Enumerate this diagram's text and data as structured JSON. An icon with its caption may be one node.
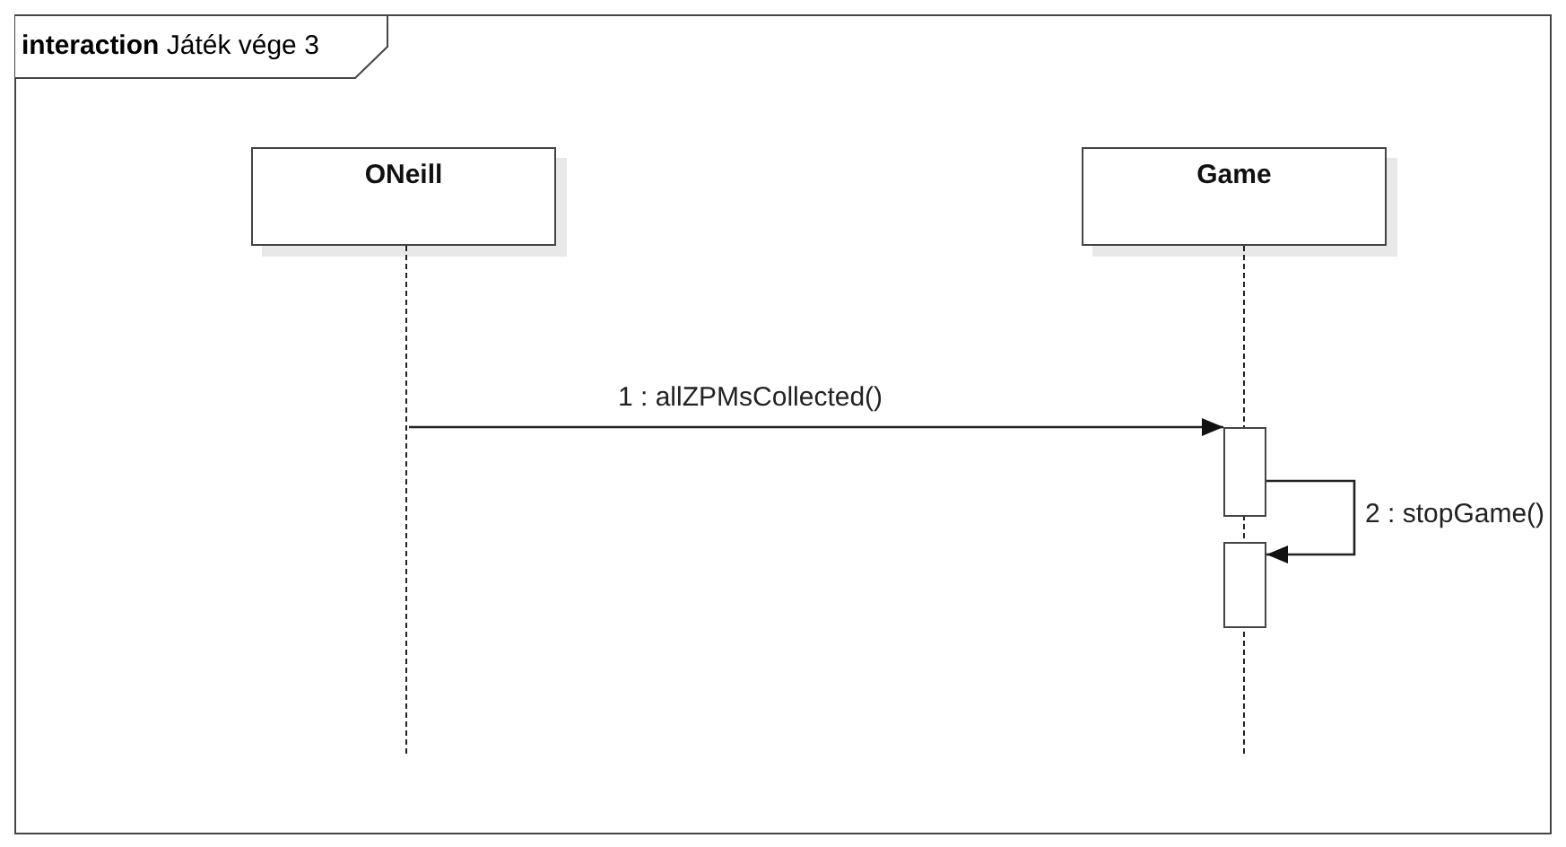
{
  "diagram": {
    "nodes": [
      {
        "text": [
          "**interaction** Játék vége 3"
        ]
      },
      {
        "text": [
          "ONeill"
        ],
        "in": 0
      },
      {
        "text": [
          "Game"
        ],
        "in": 0
      },
      {
        "text": [],
        "shape": "line",
        "in": 0
      },
      {
        "text": [],
        "shape": "line",
        "in": 0
      },
      {
        "text": [],
        "shape": "bar",
        "in": 0
      },
      {
        "text": [],
        "shape": "bar",
        "in": 0
      }
    ],
    "edges": [
      {
        "from": 3,
        "to": 5,
        "arrow": "to",
        "label": "1 : allZPMsCollected()"
      },
      {
        "from": 5,
        "to": 6,
        "arrow": "to",
        "label": "2 : stopGame()"
      }
    ]
  }
}
